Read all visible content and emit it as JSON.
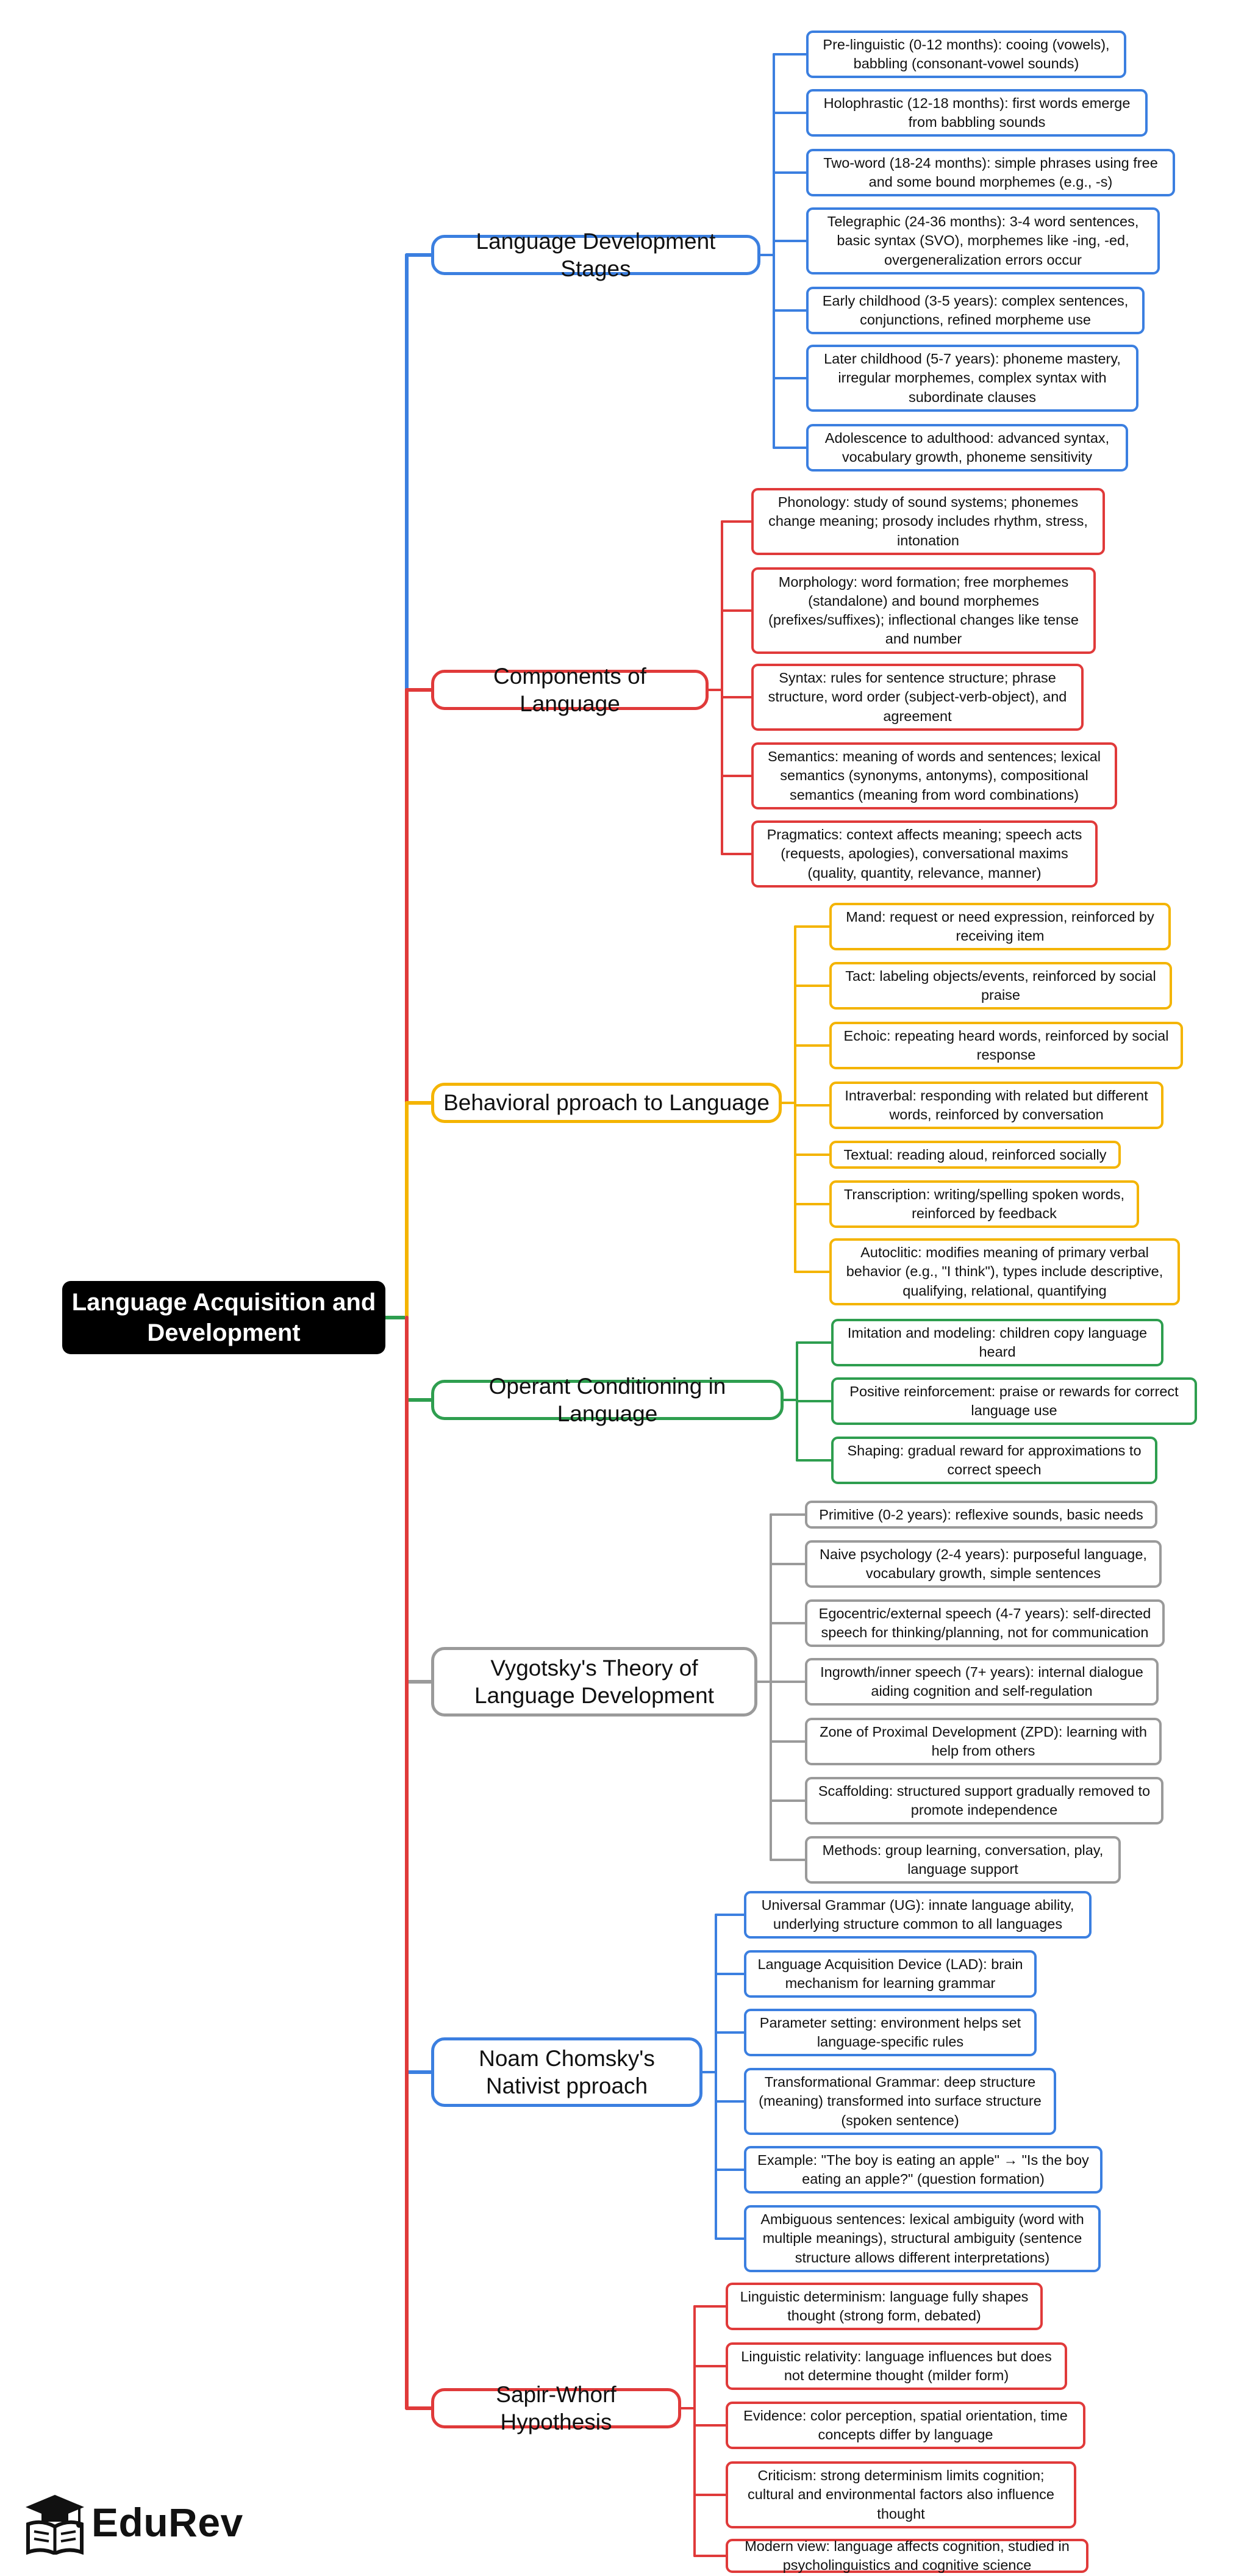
{
  "root": {
    "label": "Language Acquisition and Development"
  },
  "colors": {
    "blue": "#3b7fe0",
    "red": "#e03a3a",
    "yellow": "#f4b400",
    "green": "#2e9e4f",
    "gray": "#9a9a9a"
  },
  "branches": [
    {
      "label": "Language Development Stages",
      "color": "blue",
      "items": [
        "Pre-linguistic (0-12 months): cooing (vowels), babbling (consonant-vowel sounds)",
        "Holophrastic (12-18 months): first words emerge from babbling sounds",
        "Two-word (18-24 months): simple phrases using free and some bound morphemes (e.g., -s)",
        "Telegraphic (24-36 months): 3-4 word sentences, basic syntax (SVO), morphemes like -ing, -ed, overgeneralization errors occur",
        "Early childhood (3-5 years): complex sentences, conjunctions, refined morpheme use",
        "Later childhood (5-7 years): phoneme mastery, irregular morphemes, complex syntax with subordinate clauses",
        "Adolescence to adulthood: advanced syntax, vocabulary growth, phoneme sensitivity"
      ]
    },
    {
      "label": "Components of Language",
      "color": "red",
      "items": [
        "Phonology: study of sound systems; phonemes change meaning; prosody includes rhythm, stress, intonation",
        "Morphology: word formation; free morphemes (standalone) and bound morphemes (prefixes/suffixes); inflectional changes like tense and number",
        "Syntax: rules for sentence structure; phrase structure, word order (subject-verb-object), and agreement",
        "Semantics: meaning of words and sentences; lexical semantics (synonyms, antonyms), compositional semantics (meaning from word combinations)",
        "Pragmatics: context affects meaning; speech acts (requests, apologies), conversational maxims (quality, quantity, relevance, manner)"
      ]
    },
    {
      "label": "Behavioral pproach to Language",
      "color": "yellow",
      "items": [
        "Mand: request or need expression, reinforced by receiving item",
        "Tact: labeling objects/events, reinforced by social praise",
        "Echoic: repeating heard words, reinforced by social response",
        "Intraverbal: responding with related but different words, reinforced by conversation",
        "Textual: reading aloud, reinforced socially",
        "Transcription: writing/spelling spoken words, reinforced by feedback",
        "Autoclitic: modifies meaning of primary verbal behavior (e.g., \"I think\"), types include descriptive, qualifying, relational, quantifying"
      ]
    },
    {
      "label": "Operant Conditioning in Language",
      "color": "green",
      "items": [
        "Imitation and modeling: children copy language heard",
        "Positive reinforcement: praise or rewards for correct language use",
        "Shaping: gradual reward for approximations to correct speech"
      ]
    },
    {
      "label": "Vygotsky's Theory of Language Development",
      "color": "gray",
      "items": [
        "Primitive (0-2 years): reflexive sounds, basic needs",
        "Naive psychology (2-4 years): purposeful language, vocabulary growth, simple sentences",
        "Egocentric/external speech (4-7 years): self-directed speech for thinking/planning, not for communication",
        "Ingrowth/inner speech (7+ years): internal dialogue aiding cognition and self-regulation",
        "Zone of Proximal Development (ZPD): learning with help from others",
        "Scaffolding: structured support gradually removed to promote independence",
        "Methods: group learning, conversation, play, language support"
      ]
    },
    {
      "label": "Noam Chomsky's Nativist pproach",
      "color": "blue",
      "items": [
        "Universal Grammar (UG): innate language ability, underlying structure common to all languages",
        "Language Acquisition Device (LAD): brain mechanism for learning grammar",
        "Parameter setting: environment helps set language-specific rules",
        "Transformational Grammar: deep structure (meaning) transformed into surface structure (spoken sentence)",
        "Example: \"The boy is eating an apple\" → \"Is the boy eating an apple?\" (question formation)",
        "Ambiguous sentences: lexical ambiguity (word with multiple meanings), structural ambiguity (sentence structure allows different interpretations)"
      ]
    },
    {
      "label": "Sapir-Whorf Hypothesis",
      "color": "red",
      "items": [
        "Linguistic determinism: language fully shapes thought (strong form, debated)",
        "Linguistic relativity: language influences but does not determine thought (milder form)",
        "Evidence: color perception, spatial orientation, time concepts differ by language",
        "Criticism: strong determinism limits cognition; cultural and environmental factors also influence thought",
        "Modern view: language affects cognition, studied in psycholinguistics and cognitive science"
      ]
    }
  ],
  "logo": {
    "text": "EduRev",
    "icon": "graduation-book-icon"
  }
}
